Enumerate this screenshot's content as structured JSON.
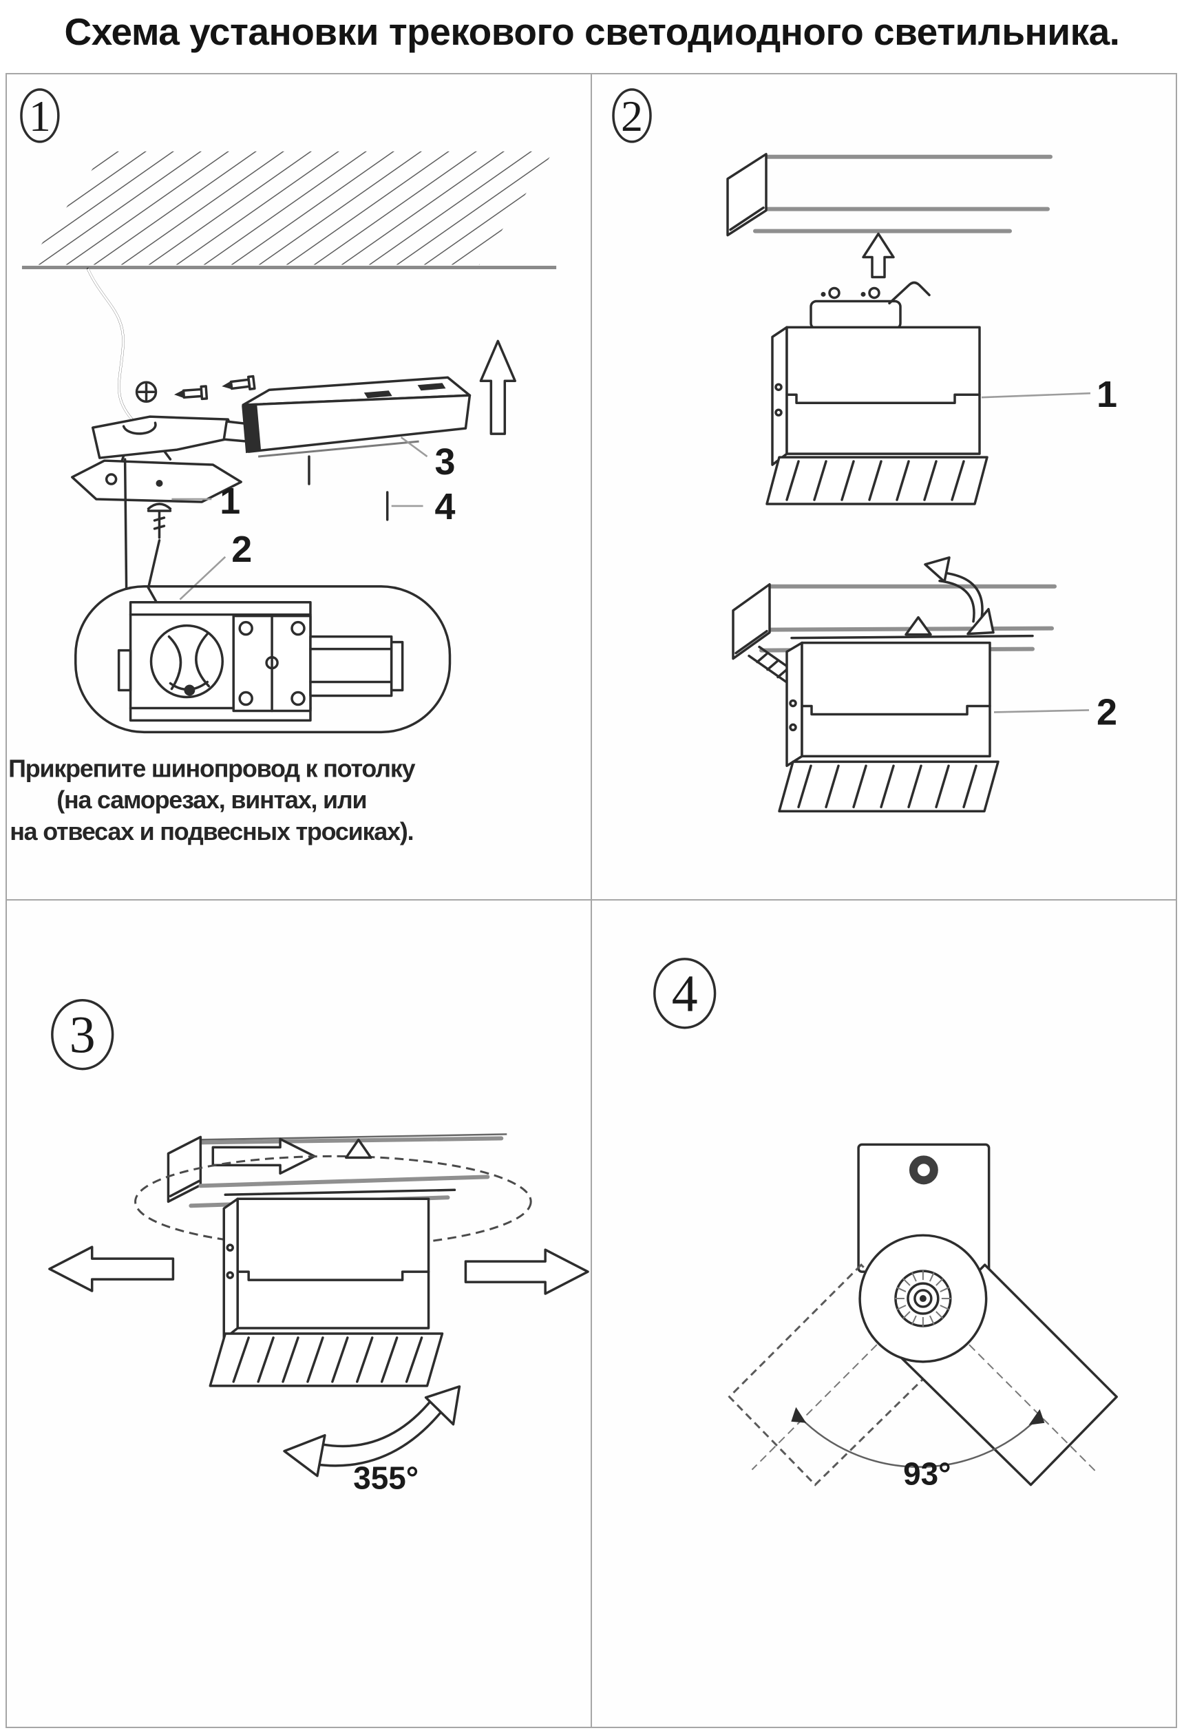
{
  "title": "Схема установки трекового светодиодного светильника.",
  "colors": {
    "ink": "#2d2d2d",
    "muted": "#8f8f8f",
    "border": "#a6a6a6"
  },
  "panels": {
    "p1": {
      "number": "1",
      "part_labels": {
        "l1": "1",
        "l2": "2",
        "l3": "3",
        "l4": "4"
      },
      "caption": {
        "line1": "Прикрепите шинопровод к потолку",
        "line2": "(на саморезах, винтах, или",
        "line3": "на отвесах и подвесных тросиках)."
      }
    },
    "p2": {
      "number": "2",
      "part_labels": {
        "l1": "1",
        "l2": "2"
      }
    },
    "p3": {
      "number": "3",
      "angle_label": "355°"
    },
    "p4": {
      "number": "4",
      "angle_label": "93°"
    }
  }
}
